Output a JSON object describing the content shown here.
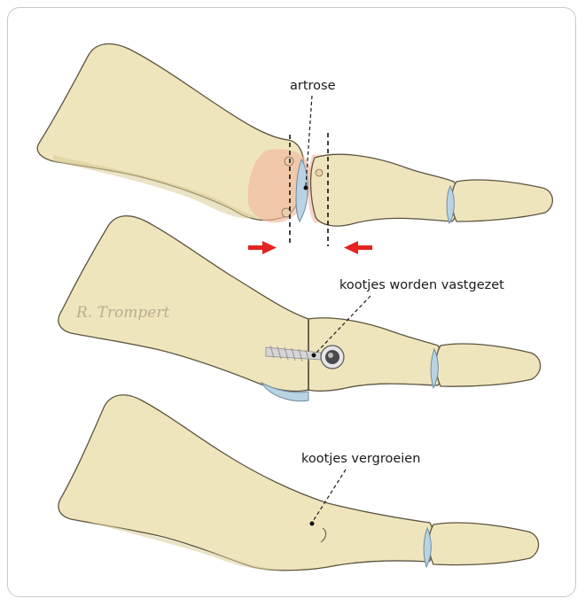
{
  "labels": {
    "arthrosis": "artrose",
    "fixation": "kootjes worden vastgezet",
    "fusion": "kootjes vergroeien"
  },
  "signature": "R. Trompert",
  "colors": {
    "bone": "#efe5bd",
    "bone_outline": "#5c5540",
    "cartilage": "#b9d3e3",
    "inflammation": "#f2b8a0",
    "arrow": "#e52320",
    "screw": "#bdbdbd"
  }
}
